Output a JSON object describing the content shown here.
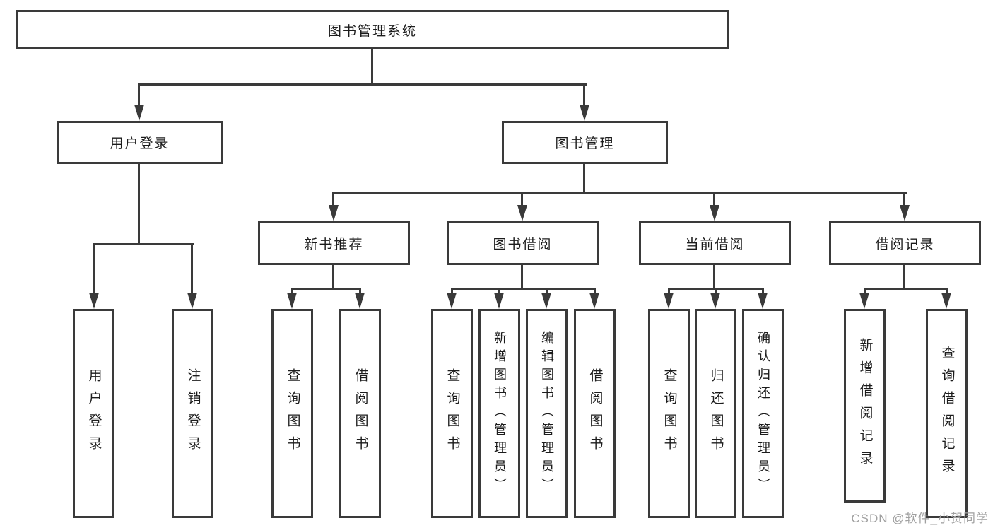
{
  "diagram": {
    "title": "图书管理系统",
    "branches": [
      {
        "label": "用户登录",
        "children": [
          {
            "label": "用户登录"
          },
          {
            "label": "注销登录"
          }
        ]
      },
      {
        "label": "图书管理",
        "sections": [
          {
            "label": "新书推荐",
            "children": [
              {
                "label": "查询图书"
              },
              {
                "label": "借阅图书"
              }
            ]
          },
          {
            "label": "图书借阅",
            "children": [
              {
                "label": "查询图书"
              },
              {
                "label": "新增图书（管理员）"
              },
              {
                "label": "编辑图书（管理员）"
              },
              {
                "label": "借阅图书"
              }
            ]
          },
          {
            "label": "当前借阅",
            "children": [
              {
                "label": "查询图书"
              },
              {
                "label": "归还图书"
              },
              {
                "label": "确认归还（管理员）"
              }
            ]
          },
          {
            "label": "借阅记录",
            "children": [
              {
                "label": "新增借阅记录"
              },
              {
                "label": "查询借阅记录"
              }
            ]
          }
        ]
      }
    ]
  },
  "watermark": {
    "text": "CSDN @软件_小贺同学"
  },
  "colors": {
    "line": "#3a3a3a",
    "box_border": "#3a3a3a",
    "text": "#1c1c1c",
    "watermark": "#a0a0a0",
    "background": "#ffffff"
  }
}
